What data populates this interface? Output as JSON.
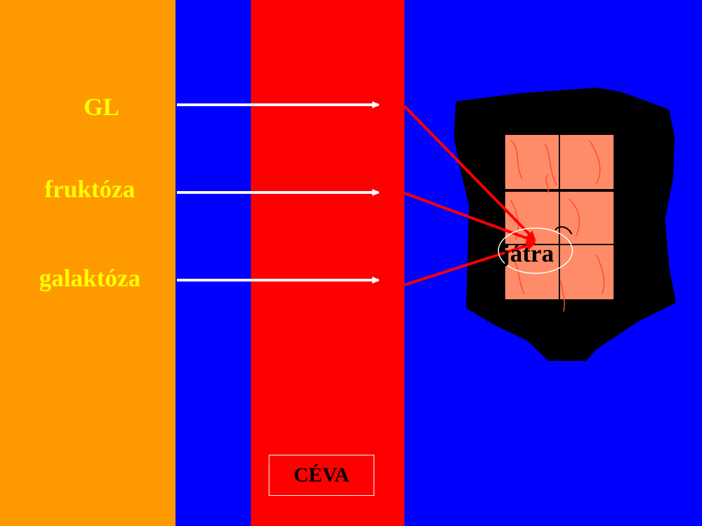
{
  "sugars": {
    "gl": "GL",
    "fructose": "fruktóza",
    "galactose": "galaktóza"
  },
  "vessel_label": "CÉVA",
  "liver_label": "játra",
  "colors": {
    "background": "#0000ff",
    "intestine_panel": "#ff9900",
    "blood_vessel": "#ff0000",
    "sugar_text": "#ffff00",
    "liver_organ": "#000000",
    "liver_tissue": "#ff8c69",
    "arrow_white": "#ffffff",
    "arrow_red": "#ff0000"
  }
}
